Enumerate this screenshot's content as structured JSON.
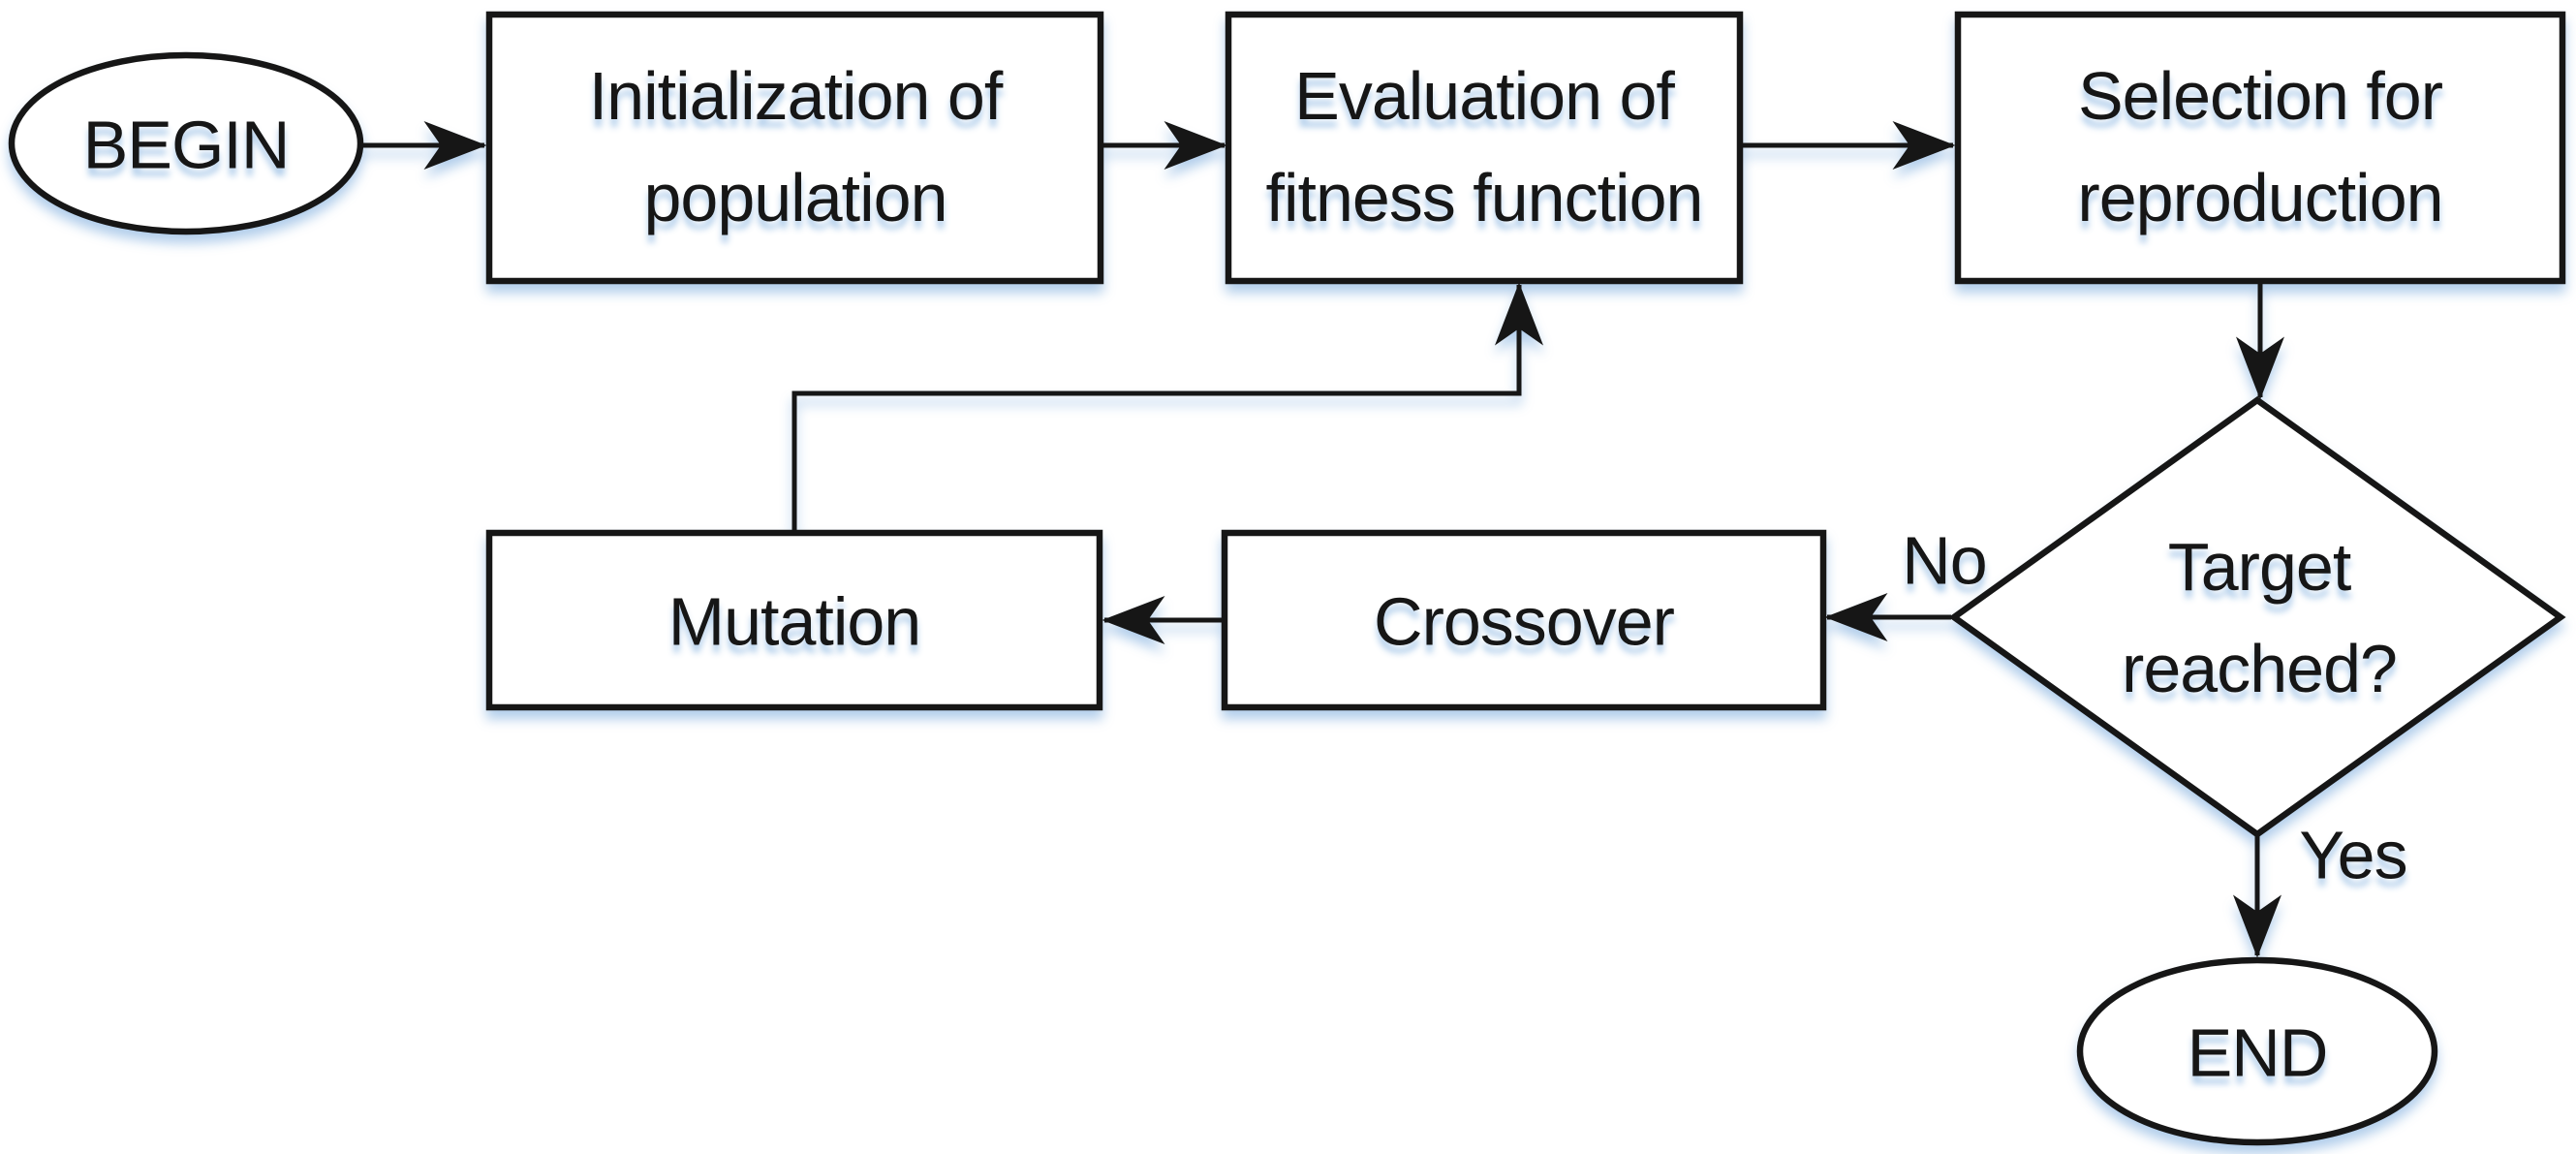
{
  "diagram": {
    "type": "flowchart",
    "background": "#ffffff",
    "stroke_color": "#161616",
    "shape_fill": "#ffffff",
    "shadow_tint": "#a5c6e8",
    "nodes": {
      "begin": {
        "shape": "ellipse",
        "label": "BEGIN"
      },
      "init": {
        "shape": "rect",
        "line1": "Initialization of",
        "line2": "population"
      },
      "eval": {
        "shape": "rect",
        "line1": "Evaluation of",
        "line2": "fitness function"
      },
      "selection": {
        "shape": "rect",
        "line1": "Selection for",
        "line2": "reproduction"
      },
      "target": {
        "shape": "diamond",
        "line1": "Target",
        "line2": "reached?"
      },
      "crossover": {
        "shape": "rect",
        "label": "Crossover"
      },
      "mutation": {
        "shape": "rect",
        "label": "Mutation"
      },
      "end": {
        "shape": "ellipse",
        "label": "END"
      }
    },
    "edges": [
      {
        "from": "begin",
        "to": "init",
        "label": ""
      },
      {
        "from": "init",
        "to": "eval",
        "label": ""
      },
      {
        "from": "eval",
        "to": "selection",
        "label": ""
      },
      {
        "from": "selection",
        "to": "target",
        "label": ""
      },
      {
        "from": "target",
        "to": "crossover",
        "label": "No"
      },
      {
        "from": "crossover",
        "to": "mutation",
        "label": ""
      },
      {
        "from": "mutation",
        "to": "eval",
        "label": ""
      },
      {
        "from": "target",
        "to": "end",
        "label": "Yes"
      }
    ]
  }
}
